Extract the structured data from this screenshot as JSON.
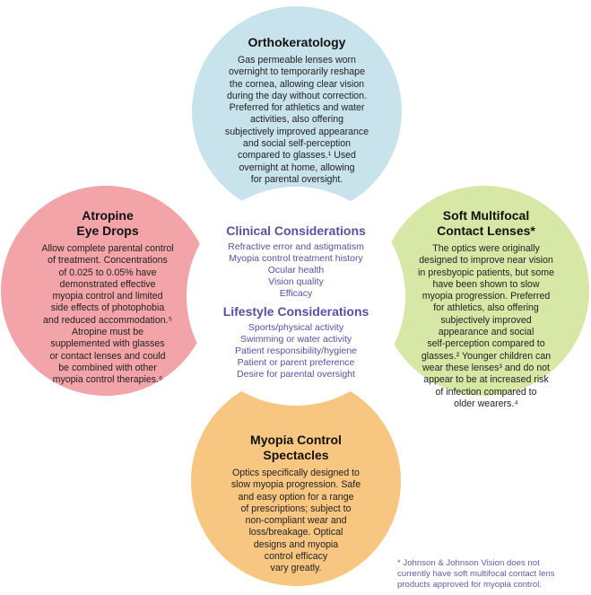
{
  "colors": {
    "ortho_fill": "#c9e3ec",
    "atropine_fill": "#f3a4a8",
    "soft_fill": "#d7e8a6",
    "spectacles_fill": "#f7c680",
    "accent_text": "#5b4ea3"
  },
  "orthokeratology": {
    "title": "Orthokeratology",
    "lines": [
      "Gas permeable lenses worn",
      "overnight to temporarily reshape",
      "the cornea, allowing clear vision",
      "during the day without correction.",
      "Preferred for athletics and water",
      "activities, also offering",
      "subjectively improved appearance",
      "and social self-perception",
      "compared to glasses.¹ Used",
      "overnight at home, allowing",
      "for parental oversight."
    ]
  },
  "atropine": {
    "title_lines": [
      "Atropine",
      "Eye Drops"
    ],
    "lines": [
      "Allow complete parental control",
      "of treatment. Concentrations",
      "of 0.025 to 0.05% have",
      "demonstrated effective",
      "myopia control and limited",
      "side effects of photophobia",
      "and reduced accommodation.⁵",
      "Atropine must be",
      "supplemented with glasses",
      "or contact lenses and could",
      "be combined with other",
      "myopia control therapies.⁶"
    ]
  },
  "soft_multifocal": {
    "title_lines": [
      "Soft Multifocal",
      "Contact Lenses*"
    ],
    "lines": [
      "The optics were originally",
      "designed to improve near vision",
      "in presbyopic patients, but some",
      "have been shown to slow",
      "myopia progression. Preferred",
      "for athletics, also offering",
      "subjectively improved",
      "appearance and social",
      "self-perception compared to",
      "glasses.² Younger children can",
      "wear these lenses³ and do not",
      "appear to be at increased risk",
      "of infection compared to",
      "older wearers.⁴"
    ]
  },
  "spectacles": {
    "title_lines": [
      "Myopia Control",
      "Spectacles"
    ],
    "lines": [
      "Optics specifically designed to",
      "slow myopia progression. Safe",
      "and easy option for a range",
      "of prescriptions; subject to",
      "non-compliant wear and",
      "loss/breakage. Optical",
      "designs and myopia",
      "control efficacy",
      "vary greatly."
    ]
  },
  "clinical": {
    "title": "Clinical Considerations",
    "items": [
      "Refractive error and astigmatism",
      "Myopia control treatment history",
      "Ocular health",
      "Vision quality",
      "Efficacy"
    ]
  },
  "lifestyle": {
    "title": "Lifestyle Considerations",
    "items": [
      "Sports/physical activity",
      "Swimming or water activity",
      "Patient responsibility/hygiene",
      "Patient or parent preference",
      "Desire for parental oversight"
    ]
  },
  "footnote": {
    "lines": [
      "* Johnson & Johnson Vision does not",
      "currently have soft multifocal contact lens",
      "products approved for myopia control."
    ]
  }
}
